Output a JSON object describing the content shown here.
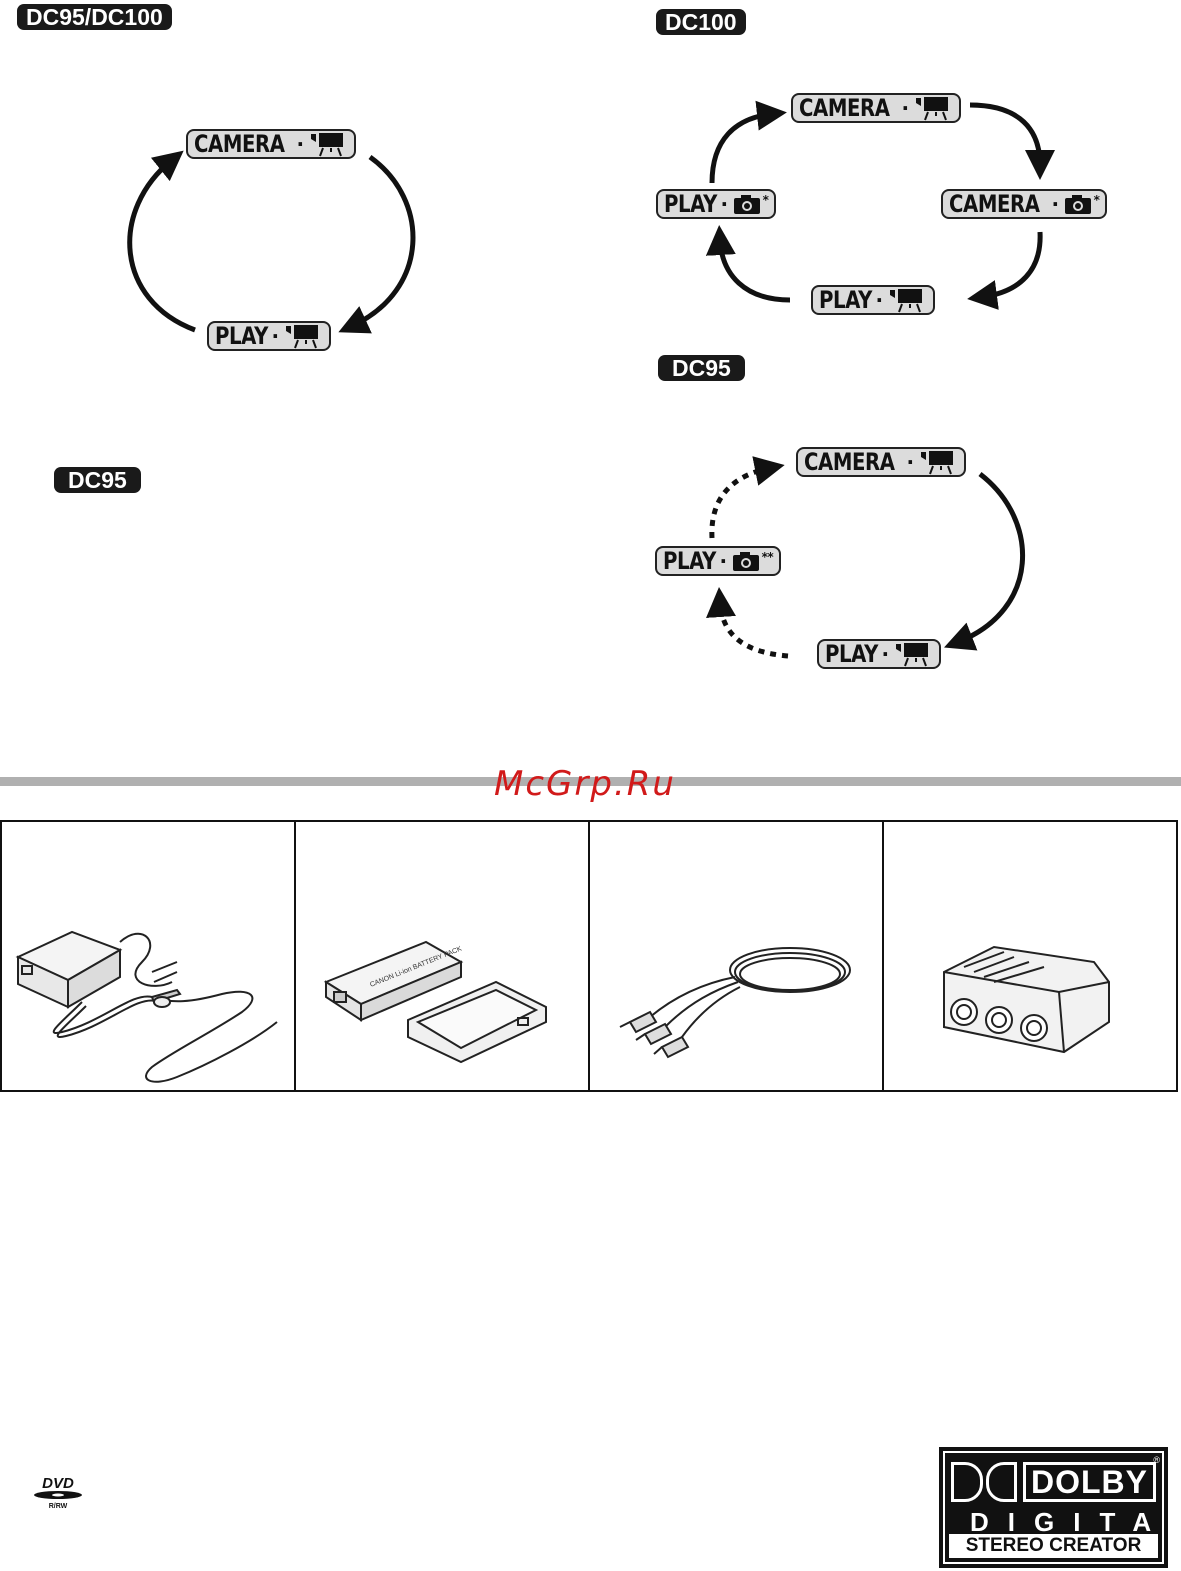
{
  "tags": {
    "dc95_dc100": "DC95/DC100",
    "dc100": "DC100",
    "dc95_right": "DC95",
    "dc95_left": "DC95"
  },
  "modes": {
    "camera": "CAMERA",
    "play": "PLAY",
    "asterisk_single": "*",
    "asterisk_double": "**"
  },
  "icons": {
    "movie": "movie-camera-icon",
    "still": "still-camera-icon"
  },
  "watermark": "McGrp.Ru",
  "accessories": [
    "ac-adapter",
    "battery-pack",
    "av-cable",
    "scart-adapter"
  ],
  "battery_print": "CANON Li-ion BATTERY PACK",
  "logos": {
    "dvd": "DVD",
    "dvd_sub": "R/RW",
    "dolby_brand": "DOLBY",
    "dolby_digital": "DIGITAL",
    "dolby_sub": "STEREO CREATOR",
    "dolby_reg": "®"
  },
  "colors": {
    "tag_bg": "#1a1a1a",
    "label_bg": "#dcdcdc",
    "divider": "#b0b0b0",
    "watermark": "#d11a1a"
  }
}
